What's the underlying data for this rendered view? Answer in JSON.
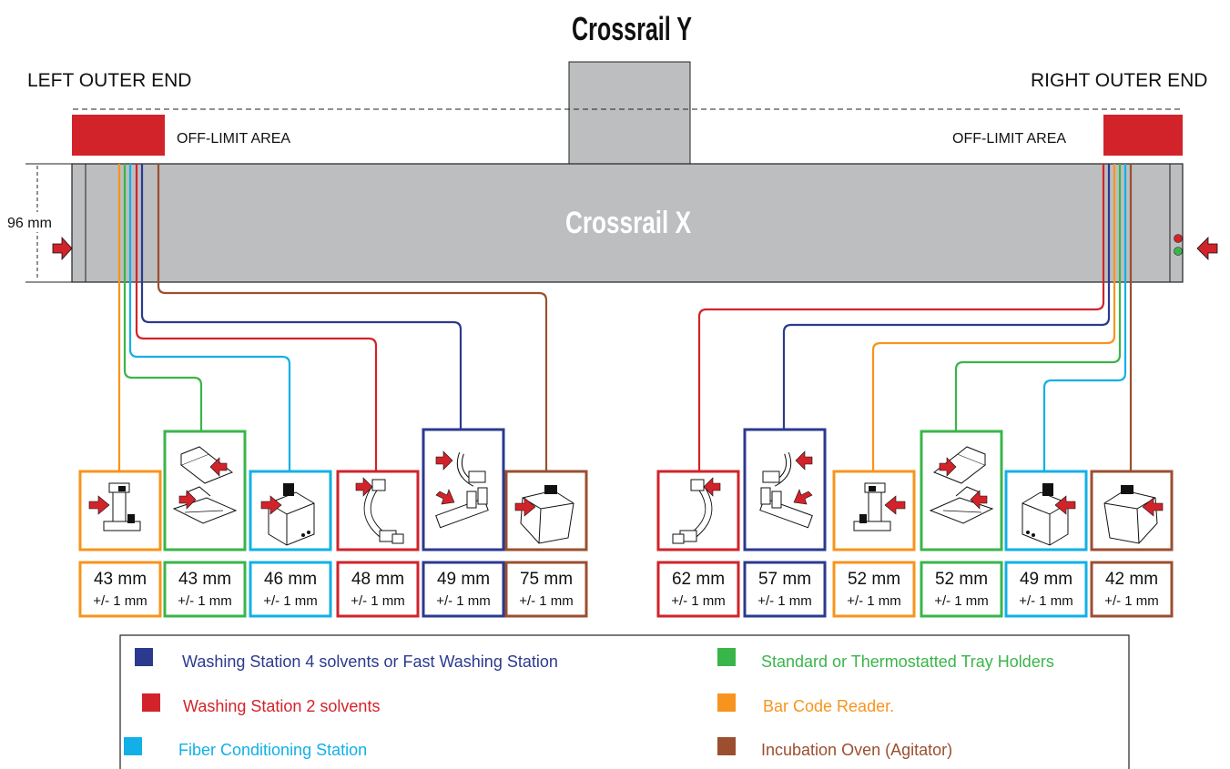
{
  "crossrail_y": "Crossrail Y",
  "crossrail_x": "Crossrail X",
  "left_end_label": "LEFT OUTER END",
  "right_end_label": "RIGHT OUTER END",
  "off_limit_left": "OFF-LIMIT AREA",
  "off_limit_right": "OFF-LIMIT AREA",
  "height_dimension": "96 mm",
  "colors": {
    "blue": "#2b3a8f",
    "red": "#d2232a",
    "cyan": "#12b0e6",
    "green": "#3ab54a",
    "orange": "#f7941d",
    "brown": "#9b4f2f",
    "rail_gray": "#bcbec0",
    "off_limit_red": "#d2232a"
  },
  "left_modules": [
    {
      "id": "L1",
      "color": "orange",
      "icon": "bar-code-reader-icon",
      "distance": "43 mm",
      "tolerance": "+/- 1 mm"
    },
    {
      "id": "L2",
      "color": "green",
      "icon": "tray-holder-icon",
      "distance": "43 mm",
      "tolerance": "+/- 1 mm"
    },
    {
      "id": "L3",
      "color": "cyan",
      "icon": "fiber-conditioning-icon",
      "distance": "46 mm",
      "tolerance": "+/- 1 mm"
    },
    {
      "id": "L4",
      "color": "red",
      "icon": "washing-station-2-icon",
      "distance": "48 mm",
      "tolerance": "+/- 1 mm"
    },
    {
      "id": "L5",
      "color": "blue",
      "icon": "washing-station-4-icon",
      "distance": "49 mm",
      "tolerance": "+/- 1 mm"
    },
    {
      "id": "L6",
      "color": "brown",
      "icon": "incubation-oven-icon",
      "distance": "75 mm",
      "tolerance": "+/- 1 mm"
    }
  ],
  "right_modules": [
    {
      "id": "R1",
      "color": "red",
      "icon": "washing-station-2-icon",
      "distance": "62 mm",
      "tolerance": "+/- 1 mm"
    },
    {
      "id": "R2",
      "color": "blue",
      "icon": "washing-station-4-icon",
      "distance": "57 mm",
      "tolerance": "+/- 1 mm"
    },
    {
      "id": "R3",
      "color": "orange",
      "icon": "bar-code-reader-icon",
      "distance": "52 mm",
      "tolerance": "+/- 1 mm"
    },
    {
      "id": "R4",
      "color": "green",
      "icon": "tray-holder-icon",
      "distance": "52 mm",
      "tolerance": "+/- 1 mm"
    },
    {
      "id": "R5",
      "color": "cyan",
      "icon": "fiber-conditioning-icon",
      "distance": "49 mm",
      "tolerance": "+/- 1 mm"
    },
    {
      "id": "R6",
      "color": "brown",
      "icon": "incubation-oven-icon",
      "distance": "42 mm",
      "tolerance": "+/- 1 mm"
    }
  ],
  "legend": [
    {
      "color": "blue",
      "label": "Washing Station 4 solvents or Fast Washing Station"
    },
    {
      "color": "green",
      "label": "Standard or Thermostatted Tray Holders"
    },
    {
      "color": "red",
      "label": "Washing Station 2 solvents"
    },
    {
      "color": "orange",
      "label": "Bar Code Reader."
    },
    {
      "color": "cyan",
      "label": "Fiber Conditioning Station"
    },
    {
      "color": "brown",
      "label": "Incubation Oven (Agitator)"
    }
  ]
}
